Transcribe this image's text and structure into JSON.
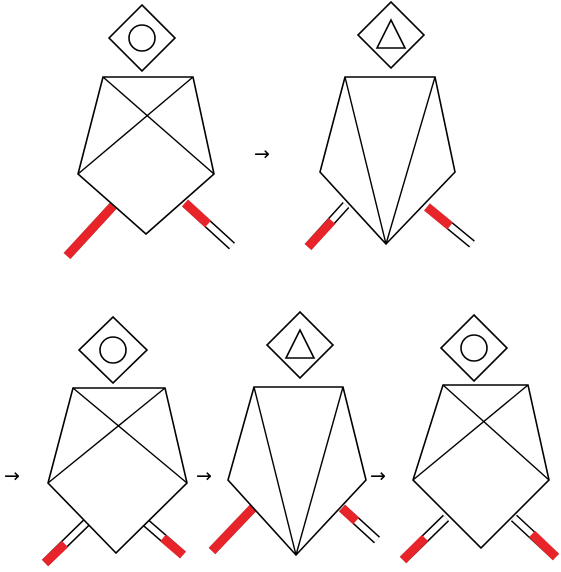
{
  "colors": {
    "stroke": "#000000",
    "accent": "#e8242a",
    "background": "#ffffff"
  },
  "arrow_glyph": "→",
  "rows": [
    {
      "figures": [
        {
          "symbol": "circle",
          "body": "x-pentagon",
          "left_stick_red_fraction": 1.0,
          "right_stick_red_fraction": 0.5
        },
        {
          "symbol": "triangle",
          "body": "fan-pentagon",
          "left_stick_red_fraction": 0.65,
          "right_stick_red_fraction": 0.5
        }
      ]
    },
    {
      "figures": [
        {
          "symbol": "circle",
          "body": "x-pentagon",
          "left_stick_red_fraction": 0.6,
          "right_stick_red_fraction": 0.6
        },
        {
          "symbol": "triangle",
          "body": "fan-pentagon",
          "left_stick_red_fraction": 1.0,
          "right_stick_red_fraction": 0.4
        },
        {
          "symbol": "circle",
          "body": "x-pentagon",
          "left_stick_red_fraction": 0.6,
          "right_stick_red_fraction": 0.6
        }
      ]
    }
  ]
}
